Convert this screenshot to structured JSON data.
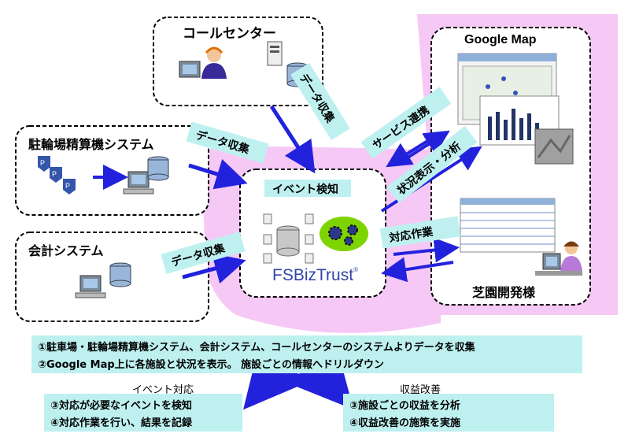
{
  "nodes": {
    "call_center": "コールセンター",
    "bicycle_system": "駐輪場精算機システム",
    "accounting_system": "会計システム",
    "google_map": "Google Map",
    "shibazono": "芝園開発様",
    "event_detect": "イベント検知",
    "logo": "FSBizTrust",
    "logo_tm": "®"
  },
  "edges": {
    "data_collect_top": "データ収集",
    "data_collect_left": "データ収集",
    "data_collect_bottom": "データ収集",
    "service_link": "サービス連携",
    "status_display": "状況表示・分析",
    "response_work": "対応作業"
  },
  "notes": {
    "line1": "①駐車場・駐輪場精算機システム、会計システム、コールセンターのシステムよりデータを収集",
    "line2": "②Google Map上に各施設と状況を表示。 施設ごとの情報へドリルダウン",
    "event_label": "イベント対応",
    "revenue_label": "収益改善",
    "event_item1": "③対応が必要なイベントを検知",
    "event_item2": "④対応作業を行い、結果を記録",
    "revenue_item1": "③施設ごとの収益を分析",
    "revenue_item2": "④収益改善の施策を実施"
  }
}
